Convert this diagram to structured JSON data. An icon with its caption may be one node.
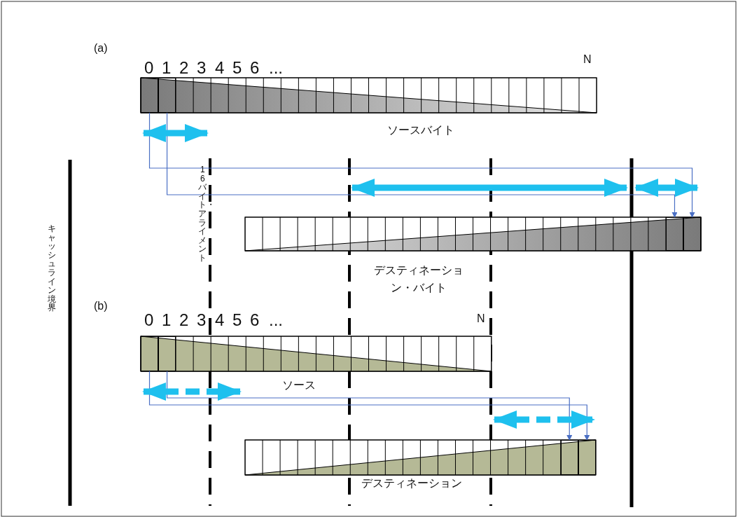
{
  "diagram": {
    "nodes": [
      {
        "text": [],
        "shape": "box"
      },
      {
        "text": [],
        "shape": "box"
      },
      {
        "text": [],
        "shape": "box"
      },
      {
        "text": [],
        "shape": "box"
      },
      {
        "text": [],
        "shape": "box"
      },
      {
        "text": [],
        "shape": "box"
      },
      {
        "text": [],
        "shape": "box"
      },
      {
        "text": [],
        "shape": "box"
      }
    ],
    "edges": [
      {
        "from": 0,
        "to": 3,
        "arrow": "to"
      },
      {
        "from": 1,
        "to": 2,
        "arrow": "to"
      },
      {
        "from": 4,
        "to": 7,
        "arrow": "to"
      },
      {
        "from": 5,
        "to": 6,
        "arrow": "to"
      }
    ],
    "labels": [
      "(a)",
      "0",
      "1",
      "2",
      "3",
      "4",
      "5",
      "6",
      "...",
      "N",
      "ソースバイト",
      "キャッシュライン境界",
      "16バイト・アライメント",
      "デスティネーション・バイト",
      "(b)",
      "0",
      "1",
      "2",
      "3",
      "4",
      "5",
      "6",
      "...",
      "N",
      "ソース",
      "デスティネーション"
    ]
  }
}
